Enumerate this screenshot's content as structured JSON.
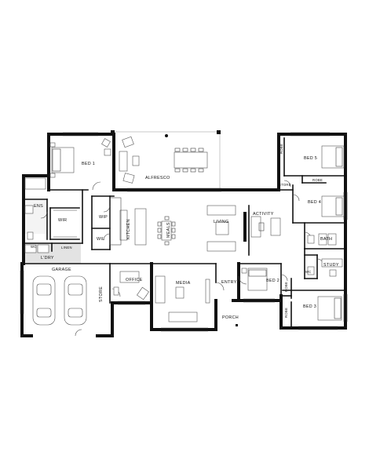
{
  "rooms": {
    "bed1": "BED 1",
    "alfresco": "ALFRESCO",
    "ens": "ENS",
    "wir": "WIR",
    "wip": "WIP",
    "wil": "WIL",
    "kitchen": "KITCHEN",
    "meals": "MEALS",
    "living": "LIVING",
    "activity": "ACTIVITY",
    "linen": "LINEN",
    "lndry": "L'DRY",
    "wc_small": "WC",
    "garage": "GARAGE",
    "store_garage": "STORE",
    "office": "OFFICE",
    "media": "MEDIA",
    "entry": "ENTRY",
    "porch": "PORCH",
    "bed2": "BED 2",
    "robe_bed2": "ROBE",
    "bed3": "BED 3",
    "robe_bed3": "ROBE",
    "bed4": "BED 4",
    "robe_bed4": "ROBE",
    "bed5": "BED 5",
    "robe_bed5": "ROBE",
    "store_hall": "STORE",
    "bath": "BATH",
    "wc": "WC",
    "study": "STUDY"
  }
}
